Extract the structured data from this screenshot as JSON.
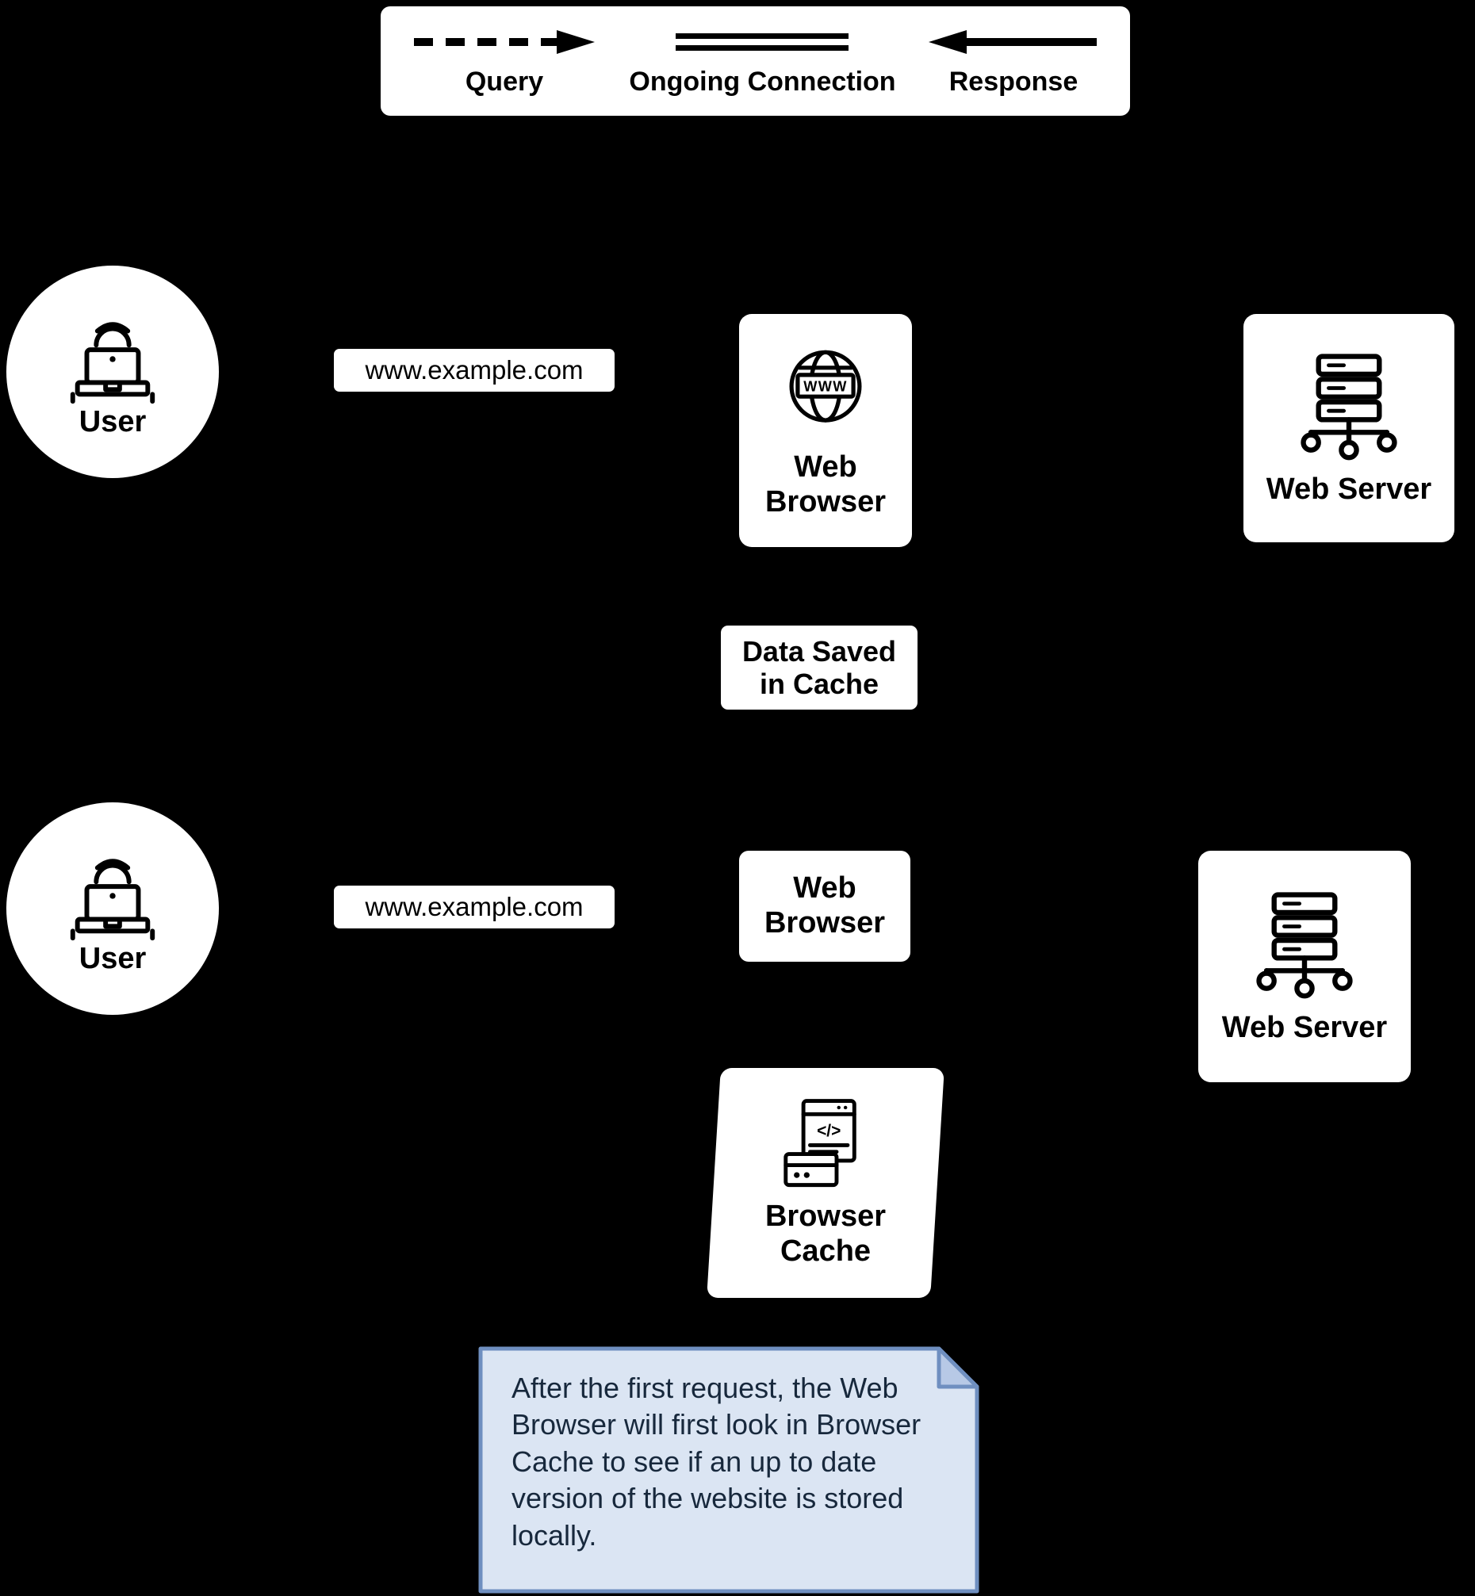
{
  "legend": {
    "items": [
      {
        "label": "Query",
        "glyph": "dashed-arrow"
      },
      {
        "label": "Ongoing Connection",
        "glyph": "double-line"
      },
      {
        "label": "Response",
        "glyph": "solid-arrow"
      }
    ]
  },
  "row1": {
    "user": "User",
    "url": "www.example.com",
    "browser": "Web Browser",
    "server": "Web Server"
  },
  "middle": {
    "cache_saved": "Data Saved in Cache"
  },
  "row2": {
    "user": "User",
    "url": "www.example.com",
    "browser": "Web Browser",
    "server": "Web Server",
    "cache": "Browser Cache"
  },
  "note": {
    "text": "After the first request, the Web Browser will first look in Browser Cache to see if an up to date version of the website is stored locally."
  },
  "icons": {
    "globe_text": "WWW",
    "code_text": "</>"
  },
  "colors": {
    "background": "#000000",
    "node": "#ffffff",
    "note_fill": "#dbe5f3",
    "note_border": "#6f8fc0",
    "note_fold": "#b7c9e6"
  }
}
